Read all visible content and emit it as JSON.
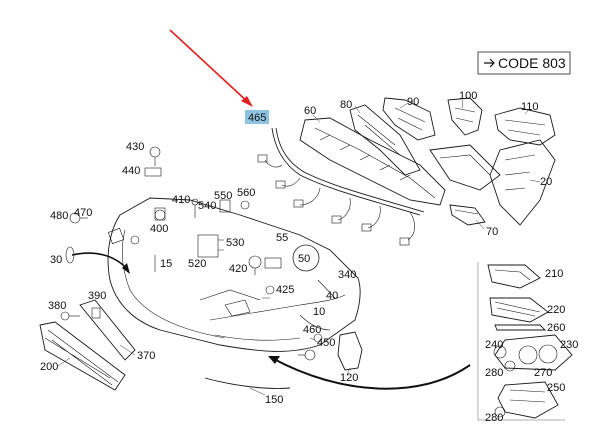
{
  "code_box": {
    "text": "CODE 803"
  },
  "highlight": {
    "text": "465",
    "bg": "#8ec3e0"
  },
  "arrow_color": "#e02020",
  "labels": {
    "l60": "60",
    "l80": "80",
    "l90": "90",
    "l100": "100",
    "l110": "110",
    "l430": "430",
    "l440": "440",
    "l20": "20",
    "l550": "550",
    "l560": "560",
    "l410": "410",
    "l540": "540",
    "l480": "480",
    "l470": "470",
    "l400": "400",
    "l70": "70",
    "l530": "530",
    "l55": "55",
    "l520": "520",
    "l15": "15",
    "l30": "30",
    "l420": "420",
    "l50": "50",
    "l340": "340",
    "l425": "425",
    "l40": "40",
    "l10": "10",
    "l390": "390",
    "l380": "380",
    "l460": "460",
    "l450": "450",
    "l370": "370",
    "l200": "200",
    "l120": "120",
    "l150": "150",
    "l210": "210",
    "l220": "220",
    "l260": "260",
    "l240": "240",
    "l230": "230",
    "l280a": "280",
    "l270": "270",
    "l250": "250",
    "l280b": "280"
  }
}
